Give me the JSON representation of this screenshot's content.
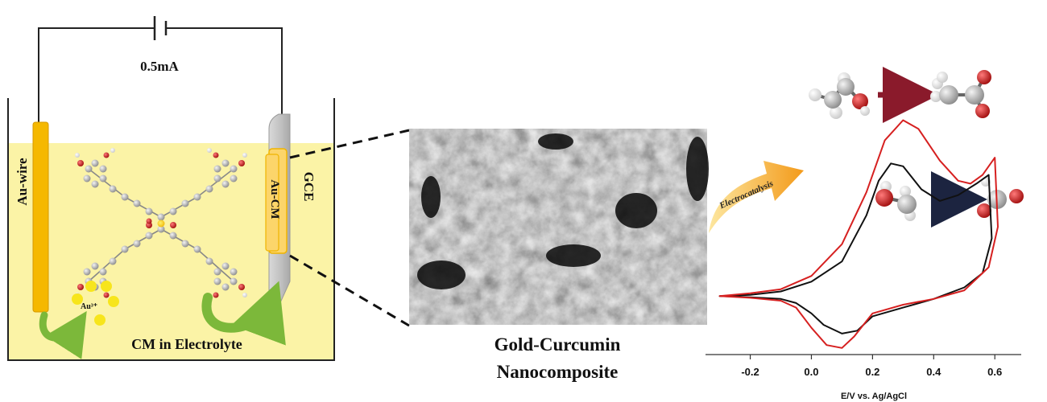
{
  "cell": {
    "current_label": "0.5mA",
    "electrode_left_label": "Au-wire",
    "electrode_right_label": "GCE",
    "electrode_right_coating_label": "Au-CM",
    "ion_label": "Au³⁺",
    "electrolyte_label": "CM in Electrolyte",
    "colors": {
      "electrolyte": "#fbf3a6",
      "gold": "#f5b800",
      "gce_grey": "#c4c4c4",
      "arrow_green": "#7cb83a"
    }
  },
  "sem": {
    "caption_line1": "Gold-Curcumin",
    "caption_line2": "Nanocomposite"
  },
  "process_label": "Electrocatalysis",
  "molecules": {
    "reaction1": "ethanol-to-acetic-acid",
    "reaction2": "methanol-to-co2",
    "atom_colors": {
      "carbon": "#b0b0b0",
      "oxygen": "#cc1f1f",
      "hydrogen": "#f4f4f4"
    },
    "arrow_colors": {
      "top": "#8a1a2b",
      "bottom": "#1c2440"
    }
  },
  "chart_data": {
    "type": "line",
    "xlabel": "E/V vs. Ag/AgCl",
    "ylabel": "",
    "xlim": [
      -0.32,
      0.66
    ],
    "ylim": [
      -1.0,
      3.6
    ],
    "x_ticks": [
      "-0.2",
      "0.0",
      "0.2",
      "0.4",
      "0.6"
    ],
    "x_tick_values": [
      -0.2,
      0.0,
      0.2,
      0.4,
      0.6
    ],
    "series": [
      {
        "color": "#111111",
        "points": [
          [
            -0.3,
            0.0
          ],
          [
            -0.2,
            0.02
          ],
          [
            -0.1,
            0.08
          ],
          [
            0.0,
            0.25
          ],
          [
            0.1,
            0.6
          ],
          [
            0.18,
            1.4
          ],
          [
            0.22,
            2.0
          ],
          [
            0.26,
            2.3
          ],
          [
            0.3,
            2.25
          ],
          [
            0.36,
            1.85
          ],
          [
            0.42,
            1.65
          ],
          [
            0.48,
            1.75
          ],
          [
            0.54,
            1.95
          ],
          [
            0.58,
            2.1
          ],
          [
            0.59,
            1.0
          ],
          [
            0.56,
            0.4
          ],
          [
            0.5,
            0.15
          ],
          [
            0.4,
            -0.05
          ],
          [
            0.3,
            -0.2
          ],
          [
            0.2,
            -0.35
          ],
          [
            0.15,
            -0.6
          ],
          [
            0.1,
            -0.65
          ],
          [
            0.04,
            -0.5
          ],
          [
            0.0,
            -0.3
          ],
          [
            -0.05,
            -0.12
          ],
          [
            -0.1,
            -0.05
          ],
          [
            -0.2,
            -0.02
          ],
          [
            -0.3,
            0.0
          ]
        ]
      },
      {
        "color": "#d62020",
        "points": [
          [
            -0.3,
            0.0
          ],
          [
            -0.2,
            0.05
          ],
          [
            -0.1,
            0.12
          ],
          [
            0.0,
            0.35
          ],
          [
            0.1,
            0.9
          ],
          [
            0.18,
            1.8
          ],
          [
            0.24,
            2.7
          ],
          [
            0.3,
            3.05
          ],
          [
            0.35,
            2.9
          ],
          [
            0.42,
            2.35
          ],
          [
            0.48,
            2.0
          ],
          [
            0.52,
            1.95
          ],
          [
            0.56,
            2.1
          ],
          [
            0.6,
            2.4
          ],
          [
            0.61,
            1.2
          ],
          [
            0.58,
            0.5
          ],
          [
            0.5,
            0.1
          ],
          [
            0.4,
            -0.05
          ],
          [
            0.3,
            -0.15
          ],
          [
            0.2,
            -0.3
          ],
          [
            0.14,
            -0.7
          ],
          [
            0.1,
            -0.9
          ],
          [
            0.05,
            -0.85
          ],
          [
            0.0,
            -0.55
          ],
          [
            -0.05,
            -0.2
          ],
          [
            -0.1,
            -0.08
          ],
          [
            -0.2,
            -0.03
          ],
          [
            -0.3,
            0.0
          ]
        ]
      }
    ]
  }
}
